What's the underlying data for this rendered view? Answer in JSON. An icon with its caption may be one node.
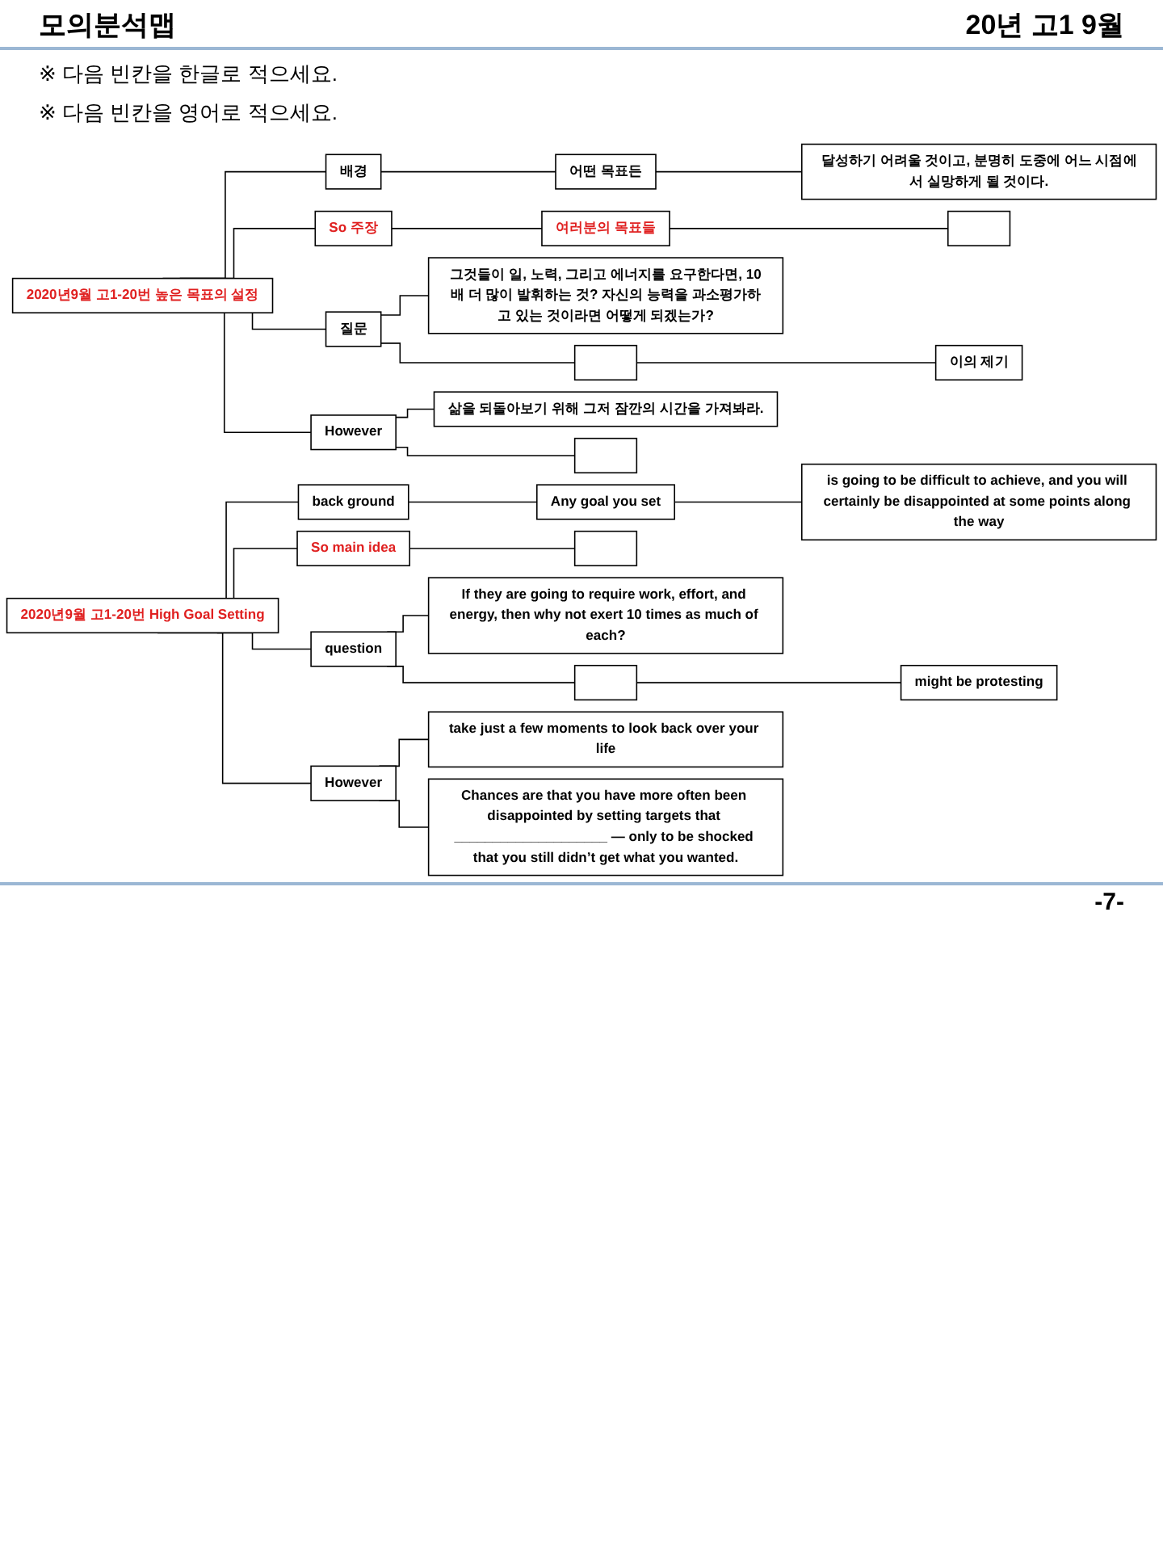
{
  "diagram": {
    "title": "모의분석맵",
    "nodes": [
      {
        "text": [
          "2020년9월 고1-20번 높은 목표의 설정"
        ]
      },
      {
        "text": [
          "배경"
        ]
      },
      {
        "text": [
          "어떤 목표든"
        ]
      },
      {
        "text": [
          "달성하기 어려울 것이고, 분명히 도중에 어느 시점에서 실망하게 될 것이다."
        ]
      },
      {
        "text": [
          "So 주장"
        ]
      },
      {
        "text": [
          "여러분의 목표들"
        ]
      },
      {
        "text": [],
        "shape": "box"
      },
      {
        "text": [
          "질문"
        ]
      },
      {
        "text": [
          "그것들이 일, 노력, 그리고 에너지를 요구한다면, 10배 더 많이 발휘하는 것? 자신의 능력을 과소평가하고 있는 것이라면 어떻게 되겠는가?"
        ]
      },
      {
        "text": [],
        "shape": "box"
      },
      {
        "text": [
          "이의 제기"
        ]
      },
      {
        "text": [
          "However"
        ]
      },
      {
        "text": [
          "삶을 되돌아보기 위해 그저 잠깐의 시간을 가져봐라."
        ]
      },
      {
        "text": [],
        "shape": "box"
      },
      {
        "text": [
          "2020년9월 고1-20번 High Goal Setting"
        ]
      },
      {
        "text": [
          "back ground"
        ]
      },
      {
        "text": [
          "Any goal you set"
        ]
      },
      {
        "text": [
          "is going to be difficult to achieve, and you will certainly be disappointed at some points along the way"
        ]
      },
      {
        "text": [
          "So main idea"
        ]
      },
      {
        "text": [],
        "shape": "box"
      },
      {
        "text": [
          "question"
        ]
      },
      {
        "text": [
          "If they are going to require work, effort, and energy, then why not exert 10 times as much of each?"
        ]
      },
      {
        "text": [],
        "shape": "box"
      },
      {
        "text": [
          "might be protesting"
        ]
      },
      {
        "text": [
          "However"
        ]
      },
      {
        "text": [
          "take just a few moments to look back over your life"
        ]
      },
      {
        "text": [
          "Chances are that you have more often been disappointed by setting targets that ____________________ — only to be shocked that you still didn’t get what you wanted."
        ]
      }
    ],
    "edges": [
      {
        "from": 0,
        "to": 1,
        "arrow": "none"
      },
      {
        "from": 1,
        "to": 2,
        "arrow": "none"
      },
      {
        "from": 2,
        "to": 3,
        "arrow": "none"
      },
      {
        "from": 0,
        "to": 4,
        "arrow": "none"
      },
      {
        "from": 4,
        "to": 5,
        "arrow": "none"
      },
      {
        "from": 5,
        "to": 6,
        "arrow": "none"
      },
      {
        "from": 0,
        "to": 7,
        "arrow": "none"
      },
      {
        "from": 7,
        "to": 8,
        "arrow": "none"
      },
      {
        "from": 7,
        "to": 9,
        "arrow": "none"
      },
      {
        "from": 9,
        "to": 10,
        "arrow": "none"
      },
      {
        "from": 0,
        "to": 11,
        "arrow": "none"
      },
      {
        "from": 11,
        "to": 12,
        "arrow": "none"
      },
      {
        "from": 11,
        "to": 13,
        "arrow": "none"
      },
      {
        "from": 14,
        "to": 15,
        "arrow": "none"
      },
      {
        "from": 15,
        "to": 16,
        "arrow": "none"
      },
      {
        "from": 16,
        "to": 17,
        "arrow": "none"
      },
      {
        "from": 14,
        "to": 18,
        "arrow": "none"
      },
      {
        "from": 18,
        "to": 19,
        "arrow": "none"
      },
      {
        "from": 14,
        "to": 20,
        "arrow": "none"
      },
      {
        "from": 20,
        "to": 21,
        "arrow": "none"
      },
      {
        "from": 20,
        "to": 22,
        "arrow": "none"
      },
      {
        "from": 22,
        "to": 23,
        "arrow": "none"
      },
      {
        "from": 14,
        "to": 24,
        "arrow": "none"
      },
      {
        "from": 24,
        "to": 25,
        "arrow": "none"
      },
      {
        "from": 24,
        "to": 26,
        "arrow": "none"
      }
    ],
    "labels": [
      "20년 고1 9월",
      "※ 다음 빈칸을 한글로 적으세요.",
      "※ 다음 빈칸을 영어로 적으세요.",
      "-7-"
    ]
  }
}
